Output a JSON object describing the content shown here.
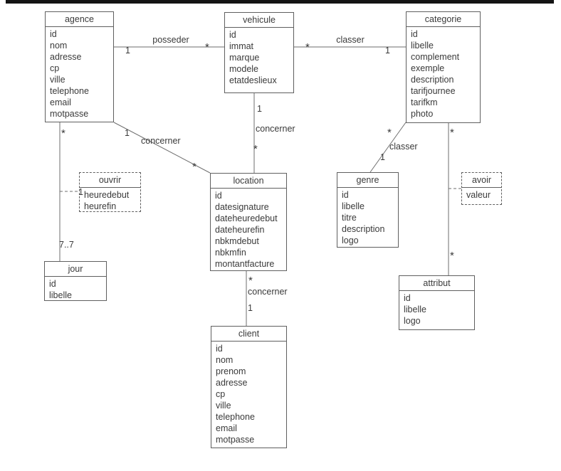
{
  "diagram": {
    "colors": {
      "top_bar": "#141414",
      "line": "#6e6e6e",
      "border": "#5f5f5f",
      "text": "#3a3a3a",
      "background": "#ffffff"
    },
    "entities": {
      "agence": {
        "name": "agence",
        "attributes": [
          "id",
          "nom",
          "adresse",
          "cp",
          "ville",
          "telephone",
          "email",
          "motpasse"
        ]
      },
      "vehicule": {
        "name": "vehicule",
        "attributes": [
          "id",
          "immat",
          "marque",
          "modele",
          "etatdeslieux"
        ]
      },
      "categorie": {
        "name": "categorie",
        "attributes": [
          "id",
          "libelle",
          "complement",
          "exemple",
          "description",
          "tarifjournee",
          "tarifkm",
          "photo"
        ]
      },
      "location": {
        "name": "location",
        "attributes": [
          "id",
          "datesignature",
          "dateheuredebut",
          "dateheurefin",
          "nbkmdebut",
          "nbkmfin",
          "montantfacture"
        ]
      },
      "genre": {
        "name": "genre",
        "attributes": [
          "id",
          "libelle",
          "titre",
          "description",
          "logo"
        ]
      },
      "client": {
        "name": "client",
        "attributes": [
          "id",
          "nom",
          "prenom",
          "adresse",
          "cp",
          "ville",
          "telephone",
          "email",
          "motpasse"
        ]
      },
      "attribut": {
        "name": "attribut",
        "attributes": [
          "id",
          "libelle",
          "logo"
        ]
      },
      "jour": {
        "name": "jour",
        "attributes": [
          "id",
          "libelle"
        ]
      },
      "ouvrir": {
        "name": "ouvrir",
        "attributes": [
          "heuredebut",
          "heurefin"
        ],
        "dashed": true
      },
      "avoir": {
        "name": "avoir",
        "attributes": [
          "valeur"
        ],
        "dashed": true
      }
    },
    "associations": [
      {
        "name": "posseder",
        "from": "agence",
        "to": "vehicule",
        "from_mult": "1",
        "to_mult": "*"
      },
      {
        "name": "classer",
        "from": "vehicule",
        "to": "categorie",
        "from_mult": "*",
        "to_mult": "1"
      },
      {
        "name": "concerner",
        "from": "vehicule",
        "to": "location",
        "from_mult": "1",
        "to_mult": "*"
      },
      {
        "name": "concerner",
        "from": "agence",
        "to": "location",
        "from_mult": "1",
        "to_mult": "*"
      },
      {
        "name": "classer",
        "from": "categorie",
        "to": "genre",
        "from_mult": "*",
        "to_mult": "1"
      },
      {
        "name": "concerner",
        "from": "location",
        "to": "client",
        "from_mult": "*",
        "to_mult": "1"
      },
      {
        "name": "ouvrir",
        "type": "association-class-link",
        "from": "agence",
        "to": "jour",
        "from_mult": "*",
        "to_mult": "7..7",
        "junction_mult": "1"
      },
      {
        "name": "avoir",
        "type": "association-class-link",
        "from": "categorie",
        "to": "attribut",
        "from_mult": "*",
        "to_mult": "*"
      }
    ]
  }
}
